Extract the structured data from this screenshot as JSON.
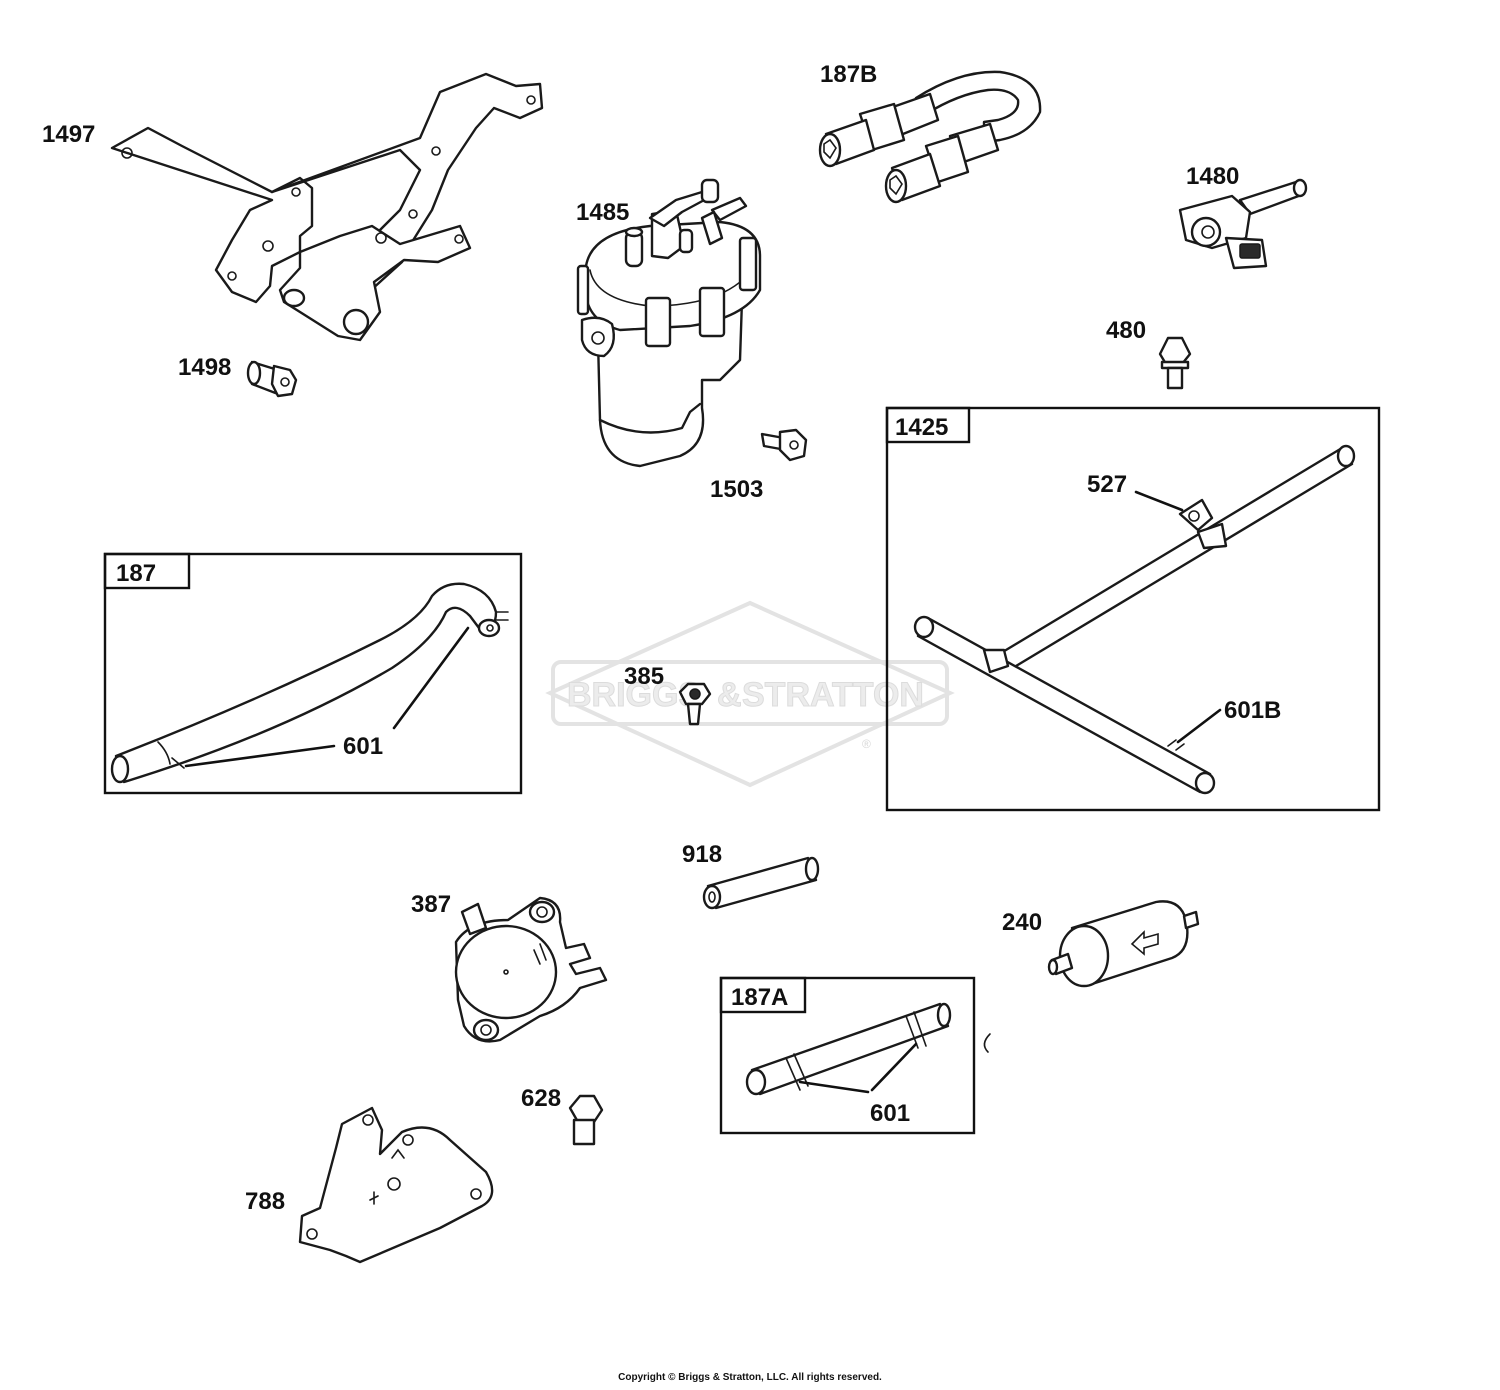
{
  "watermark": {
    "brand_left": "BRIGGS",
    "brand_amp": "&",
    "brand_right": "STRATTON",
    "registered": "®"
  },
  "callouts": {
    "p1497": "1497",
    "p1498": "1498",
    "p1485": "1485",
    "p1503": "1503",
    "p187B": "187B",
    "p1480": "1480",
    "p480": "480",
    "p527": "527",
    "p601B": "601B",
    "p385": "385",
    "p601_a": "601",
    "p918": "918",
    "p387": "387",
    "p240": "240",
    "p628": "628",
    "p788": "788",
    "p601_b": "601"
  },
  "boxes": {
    "box1425": "1425",
    "box187": "187",
    "box187A": "187A"
  },
  "footer": {
    "copyright": "Copyright © Briggs & Stratton, LLC. All rights reserved."
  }
}
